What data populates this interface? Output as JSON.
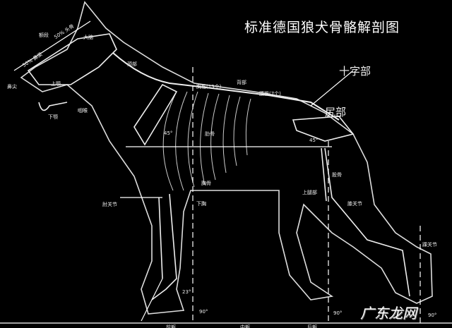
{
  "title": "标准德国狼犬骨骼解剖图",
  "labels": {
    "cross": "十字部",
    "croup": "尻部",
    "brain": "大脑",
    "nose_tip": "鼻尖",
    "upper_jaw": "上颚",
    "lower_jaw": "下颚",
    "throat": "咽喉",
    "stop": "额段",
    "muzzle": "50% 鼻梁",
    "skull": "50% 头骨",
    "neck": "颈部",
    "thoracic": "胸椎(13个)",
    "lumbar": "腰椎(7个)",
    "back": "背部",
    "ribs": "肋骨",
    "elbow": "肘关节",
    "lower_chest": "下胸",
    "sternum": "胸骨",
    "upper_thigh": "上腿部",
    "stifle": "膝关节",
    "femur": "股骨",
    "hock": "踝关节",
    "angle45a": "45°",
    "angle45b": "45°",
    "angle23": "23°",
    "angle90a": "90°",
    "angle90b": "90°",
    "angle90c": "90°",
    "forequarter": "前躯",
    "midsection": "中躯",
    "hindquarter": "后躯"
  },
  "watermark": "广东龙网"
}
